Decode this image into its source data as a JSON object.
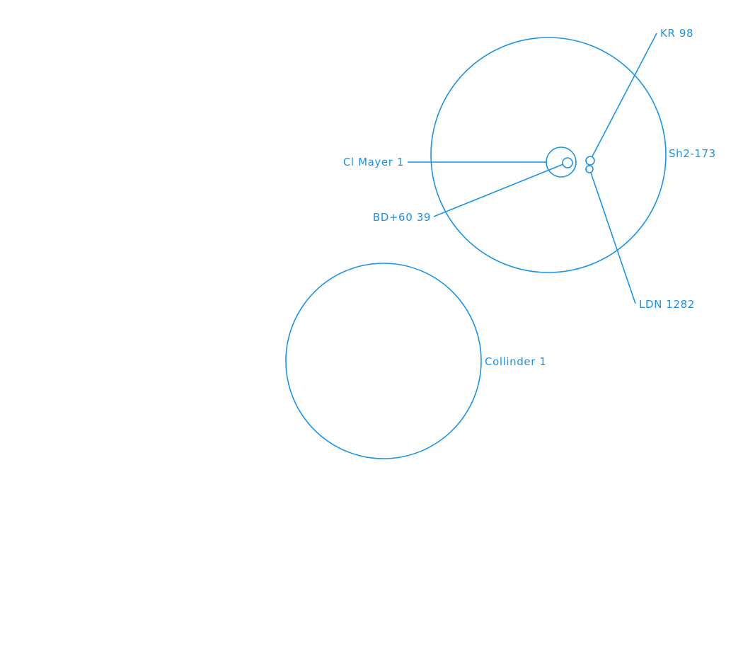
{
  "colors": {
    "overlay": "#1a93e8",
    "background": "#ffffff"
  },
  "objects": {
    "sh2_173": {
      "label": "Sh2-173"
    },
    "cl_mayer_1": {
      "label": "Cl Mayer 1"
    },
    "bd_60_39": {
      "label": "BD+60 39"
    },
    "kr_98": {
      "label": "KR 98"
    },
    "ldn_1282": {
      "label": "LDN 1282"
    },
    "collinder_1": {
      "label": "Collinder 1"
    }
  }
}
